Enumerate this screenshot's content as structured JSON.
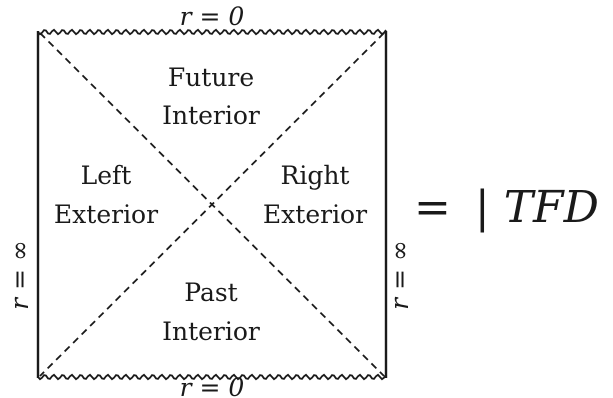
{
  "boundaries": {
    "top": "r = 0",
    "bottom": "r = 0",
    "left": "r = ∞",
    "right": "r = ∞"
  },
  "regions": {
    "future": [
      "Future",
      "Interior"
    ],
    "past": [
      "Past",
      "Interior"
    ],
    "left": [
      "Left",
      "Exterior"
    ],
    "right": [
      "Right",
      "Exterior"
    ]
  },
  "equation": {
    "equals": "=",
    "bar": "|",
    "state": "TFD",
    "angle": "⟩"
  }
}
